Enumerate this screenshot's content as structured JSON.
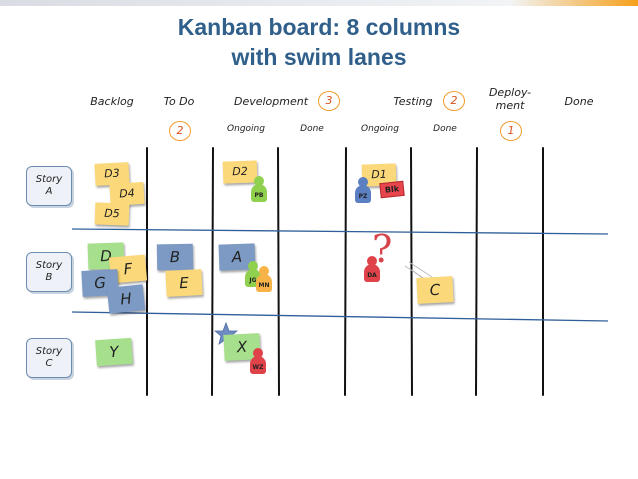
{
  "title": {
    "line1": "Kanban board: 8 columns",
    "line2": "with swim lanes"
  },
  "columns": {
    "backlog": "Backlog",
    "todo": "To Do",
    "development": "Development",
    "testing": "Testing",
    "deployment": "Deploy-\nment",
    "done": "Done"
  },
  "subcolumns": {
    "dev_ongoing": "Ongoing",
    "dev_done": "Done",
    "test_ongoing": "Ongoing",
    "test_done": "Done"
  },
  "wip_limits": {
    "todo": "2",
    "development": "3",
    "testing": "2",
    "deployment": "1"
  },
  "lanes": {
    "a": "Story\nA",
    "b": "Story\nB",
    "c": "Story\nC"
  },
  "cards": {
    "d3": "D3",
    "d4": "D4",
    "d5": "D5",
    "d2": "D2",
    "d1": "D1",
    "d": "D",
    "f": "F",
    "g": "G",
    "h": "H",
    "b": "B",
    "e": "E",
    "a": "A",
    "c": "C",
    "y": "Y",
    "x": "X"
  },
  "people": {
    "pb": "PB",
    "pz": "PZ",
    "jg": "JG",
    "mn": "MN",
    "da": "DA",
    "wz": "WZ"
  },
  "blocker": "Blk",
  "question_mark": "?",
  "colors": {
    "title": "#2f5f8a",
    "wip_border": "#f19a2b",
    "lane_divider": "#2f5f9a",
    "sticky_yellow": "#fbd97a",
    "sticky_green": "#a6e08d",
    "sticky_blue": "#7c9ac4",
    "blocker": "#e8464c"
  }
}
